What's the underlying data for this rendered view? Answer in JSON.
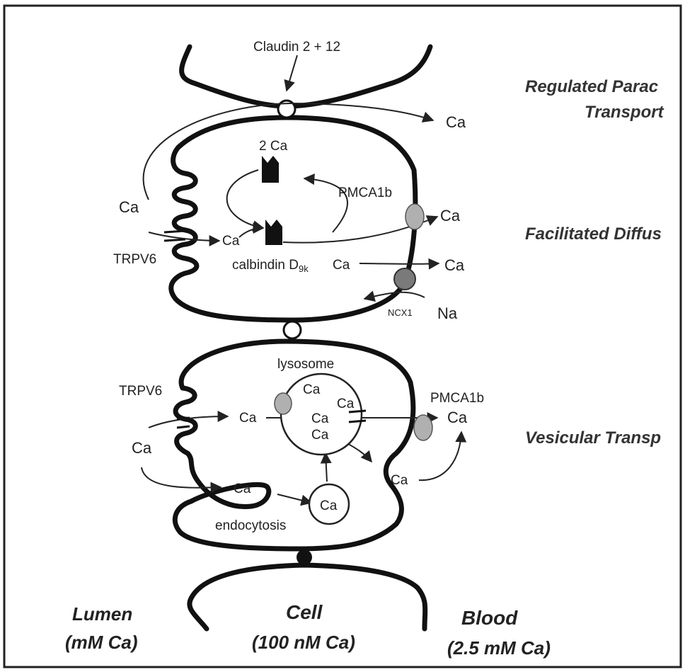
{
  "top_label": "Claudin 2 + 12",
  "side_labels": {
    "paracellular_line1": "Regulated Parac",
    "paracellular_line2": "Transport",
    "facilitated": "Facilitated Diffus",
    "vesicular": "Vesicular Transp"
  },
  "upper_cell": {
    "ca_paracellular": "Ca",
    "two_ca": "2 Ca",
    "pmca": "PMCA1b",
    "ca_lumen": "Ca",
    "ca_inside": "Ca",
    "ca_pmca_out": "Ca",
    "trpv6": "TRPV6",
    "calbindin": "calbindin D",
    "calbindin_sub": "9k",
    "ca_ncx_in": "Ca",
    "ca_ncx_out": "Ca",
    "ncx": "NCX1",
    "na": "Na"
  },
  "lower_cell": {
    "lysosome": "lysosome",
    "trpv6": "TRPV6",
    "pmca": "PMCA1b",
    "ca_lys_top": "Ca",
    "ca_lys_right": "Ca",
    "ca_entry": "Ca",
    "ca_lys_mid": "Ca",
    "ca_out": "Ca",
    "ca_lys_bottom": "Ca",
    "ca_lumen": "Ca",
    "ca_exo": "Ca",
    "ca_endo_pit": "Ca",
    "ca_vesicle": "Ca",
    "endocytosis": "endocytosis"
  },
  "footer": {
    "lumen": "Lumen",
    "lumen_sub": "(mM Ca)",
    "cell": "Cell",
    "cell_sub": "(100 nM Ca)",
    "blood": "Blood",
    "blood_sub": "(2.5 mM Ca)"
  },
  "colors": {
    "membrane": "#111111",
    "pump": "#b0b0b0",
    "exchanger": "#7a7a7a",
    "border": "#222222"
  }
}
